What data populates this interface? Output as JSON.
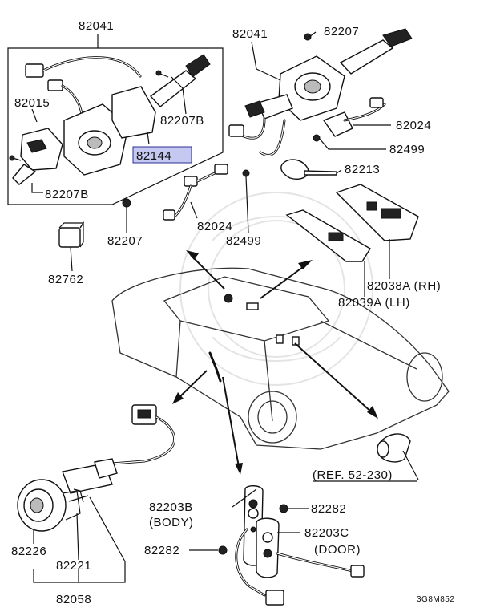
{
  "labels": {
    "p82041_left": "82041",
    "p82041_right": "82041",
    "p82207_top": "82207",
    "p82015": "82015",
    "p82207B_right": "82207B",
    "p82144": "82144",
    "p82207B_left": "82207B",
    "p82024_right": "82024",
    "p82499_right": "82499",
    "p82213": "82213",
    "p82024_mid": "82024",
    "p82499_mid": "82499",
    "p82207_mid": "82207",
    "p82762": "82762",
    "p82038A": "82038A (RH)",
    "p82039A": "82039A (LH)",
    "ref": "(REF. 52-230)",
    "p82203B": "82203B",
    "body_note": "(BODY)",
    "p82282_top": "82282",
    "p82203C": "82203C",
    "door_note": "(DOOR)",
    "p82282_left": "82282",
    "p82226": "82226",
    "p82221": "82221",
    "p82058": "82058",
    "code": "3G8M852"
  },
  "colors": {
    "highlight_fill": "#c5c8f0",
    "highlight_stroke": "#2c2f8f",
    "line": "#111111"
  }
}
